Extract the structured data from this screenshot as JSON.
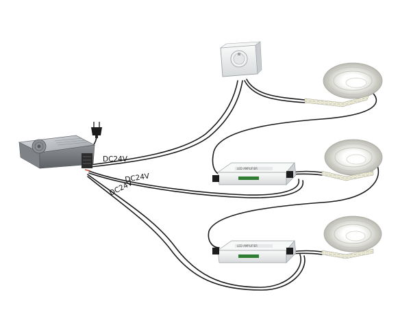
{
  "labels": {
    "wire_1": "DC24V",
    "wire_2": "DC24V",
    "wire_3": "DC24V"
  },
  "colors": {
    "wire": "#1a1a1a",
    "psu_body": "#b9bcc0",
    "controller_body": "#eceeee",
    "controller_label": "#2e7d32",
    "strip_led": "#f6f2c8"
  },
  "icons": [
    "power-plug-icon",
    "dimmer-knob-icon",
    "led-strip-reel-icon",
    "power-supply-icon",
    "amplifier-icon"
  ]
}
